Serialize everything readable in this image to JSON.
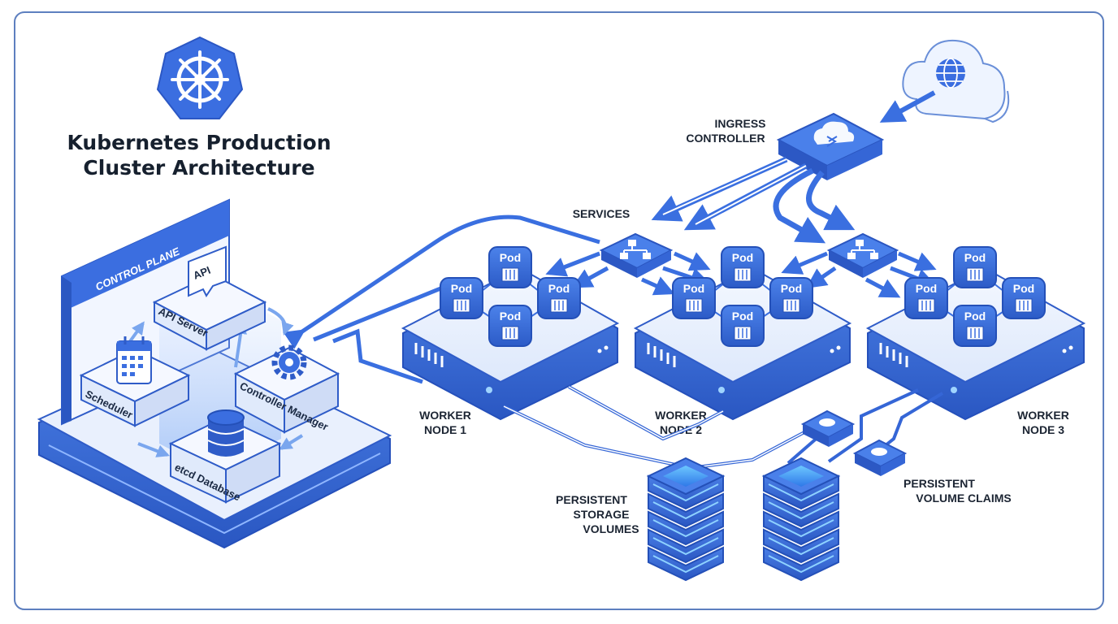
{
  "title": {
    "line1": "Kubernetes Production",
    "line2": "Cluster Architecture"
  },
  "control_plane": {
    "label": "CONTROL PLANE",
    "api_badge": "API",
    "components": [
      "API Server",
      "Scheduler",
      "Controller Manager",
      "etcd Database"
    ]
  },
  "ingress": {
    "line1": "INGRESS",
    "line2": "CONTROLLER"
  },
  "services_label": "SERVICES",
  "pod_label": "Pod",
  "worker_nodes": [
    {
      "line1": "WORKER",
      "line2": "NODE 1"
    },
    {
      "line1": "WORKER",
      "line2": "NODE 2"
    },
    {
      "line1": "WORKER",
      "line2": "NODE 3"
    }
  ],
  "storage": {
    "line1": "PERSISTENT",
    "line2": "STORAGE",
    "line3": "VOLUMES"
  },
  "pvc": {
    "line1": "PERSISTENT",
    "line2": "VOLUME CLAIMS"
  },
  "colors": {
    "primary": "#3b6fd9",
    "dark": "#2450b8",
    "light": "#dce8fb",
    "frame": "#5d7fbf"
  }
}
